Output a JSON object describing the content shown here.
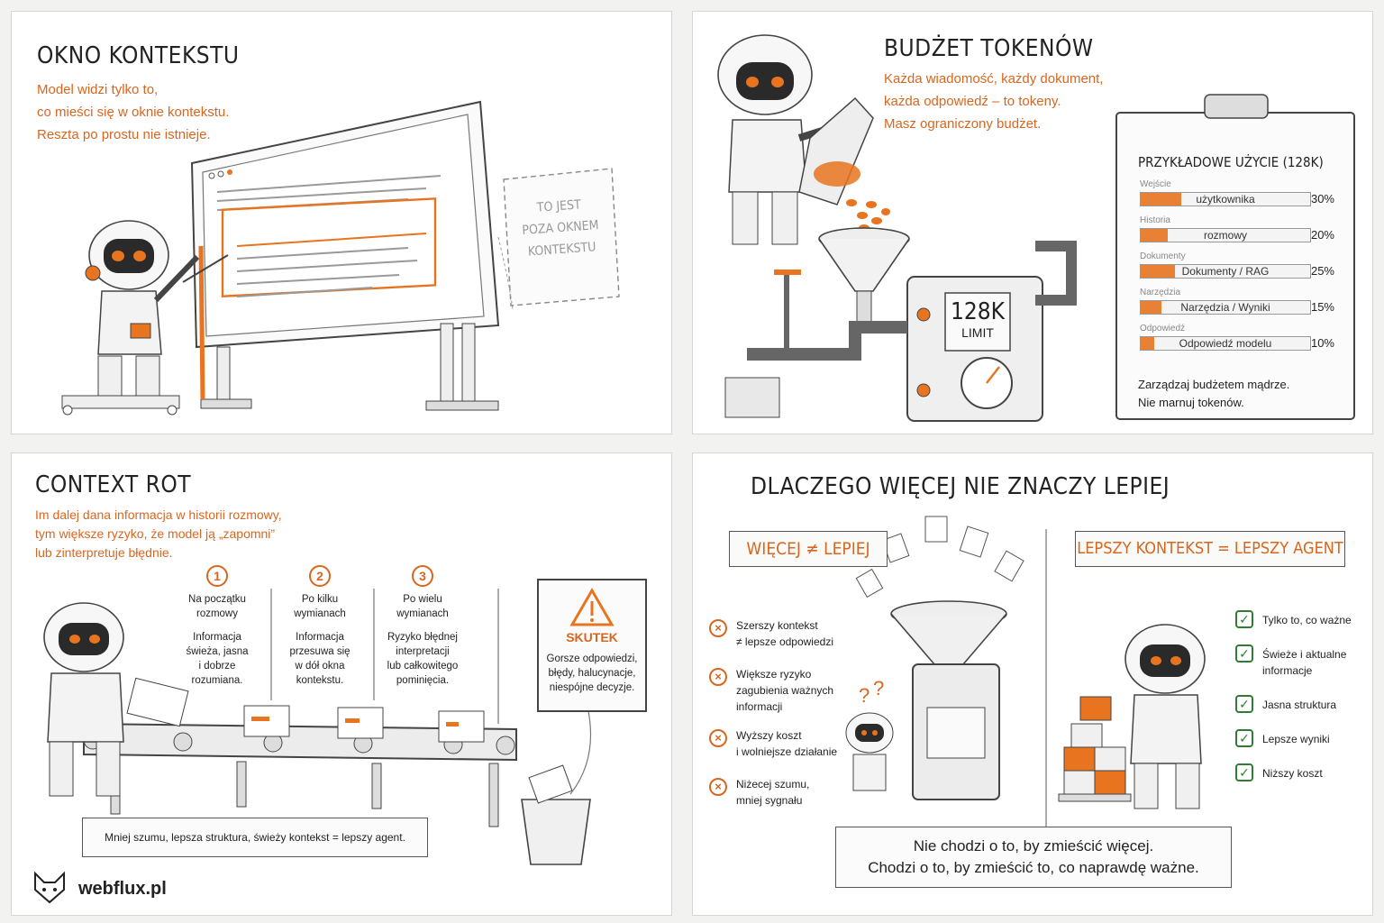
{
  "panel1": {
    "title": "OKNO KONTEKSTU",
    "subtitle_lines": [
      "Model widzi tylko to,",
      "co mieści się w oknie kontekstu.",
      "Reszta po prostu nie istnieje."
    ],
    "outside_note": [
      "TO JEST",
      "POZA OKNEM",
      "KONTEKSTU"
    ]
  },
  "panel2": {
    "title": "BUDŻET TOKENÓW",
    "subtitle_lines": [
      "Każda wiadomość, każdy dokument,",
      "każda odpowiedź – to tokeny.",
      "Masz ograniczony budżet."
    ],
    "machine_label": "128K",
    "machine_sublabel": "LIMIT",
    "clipboard_title": "PRZYKŁADOWE UŻYCIE (128K)",
    "rows": [
      {
        "label": "Wejście",
        "bar_text": "użytkownika",
        "pct": "30%",
        "fill": 0.3
      },
      {
        "label": "Historia",
        "bar_text": "rozmowy",
        "pct": "20%",
        "fill": 0.2
      },
      {
        "label": "Dokumenty",
        "bar_text": "Dokumenty / RAG",
        "pct": "25%",
        "fill": 0.25
      },
      {
        "label": "Narzędzia",
        "bar_text": "Narzędzia / Wyniki",
        "pct": "15%",
        "fill": 0.15
      },
      {
        "label": "Odpowiedź",
        "bar_text": "Odpowiedź modelu",
        "pct": "10%",
        "fill": 0.1
      }
    ],
    "clipboard_footer": [
      "Zarządzaj budżetem mądrze.",
      "Nie marnuj tokenów."
    ]
  },
  "panel3": {
    "title": "CONTEXT ROT",
    "subtitle_lines": [
      "Im dalej dana informacja w historii rozmowy,",
      "tym większe ryzyko, że model ją „zapomni”",
      "lub zinterpretuje błędnie."
    ],
    "steps": [
      {
        "num": "1",
        "head": [
          "Na początku",
          "rozmowy"
        ],
        "body": [
          "Informacja",
          "świeża, jasna",
          "i dobrze",
          "rozumiana."
        ]
      },
      {
        "num": "2",
        "head": [
          "Po kilku",
          "wymianach"
        ],
        "body": [
          "Informacja",
          "przesuwa się",
          "w dół okna",
          "kontekstu."
        ]
      },
      {
        "num": "3",
        "head": [
          "Po wielu",
          "wymianach"
        ],
        "body": [
          "Ryzyko błędnej",
          "interpretacji",
          "lub całkowitego",
          "pominięcia."
        ]
      }
    ],
    "effect": {
      "title": "SKUTEK",
      "lines": [
        "Gorsze odpowiedzi,",
        "błędy, halucynacje,",
        "niespójne decyzje."
      ]
    },
    "footer": "Mniej szumu, lepsza struktura, świeży kontekst = lepszy agent.",
    "brand": "webflux.pl"
  },
  "panel4": {
    "title": "DLACZEGO WIĘCEJ NIE ZNACZY LEPIEJ",
    "left_banner": "WIĘCEJ ≠ LEPIEJ",
    "right_banner": "LEPSZY KONTEKST = LEPSZY AGENT",
    "cons": [
      [
        "Szerszy kontekst",
        "≠ lepsze odpowiedzi"
      ],
      [
        "Większe ryzyko",
        "zagubienia ważnych",
        "informacji"
      ],
      [
        "Wyższy koszt",
        "i wolniejsze działanie"
      ],
      [
        "Niżecej szumu,",
        "mniej sygnału"
      ]
    ],
    "pros": [
      [
        "Tylko to, co ważne"
      ],
      [
        "Świeże i aktualne",
        "informacje"
      ],
      [
        "Jasna struktura"
      ],
      [
        "Lepsze wyniki"
      ],
      [
        "Niższy koszt"
      ]
    ],
    "footer_lines": [
      "Nie chodzi o to, by zmieścić więcej.",
      "Chodzi o to, by zmieścić to, co naprawdę ważne."
    ]
  }
}
